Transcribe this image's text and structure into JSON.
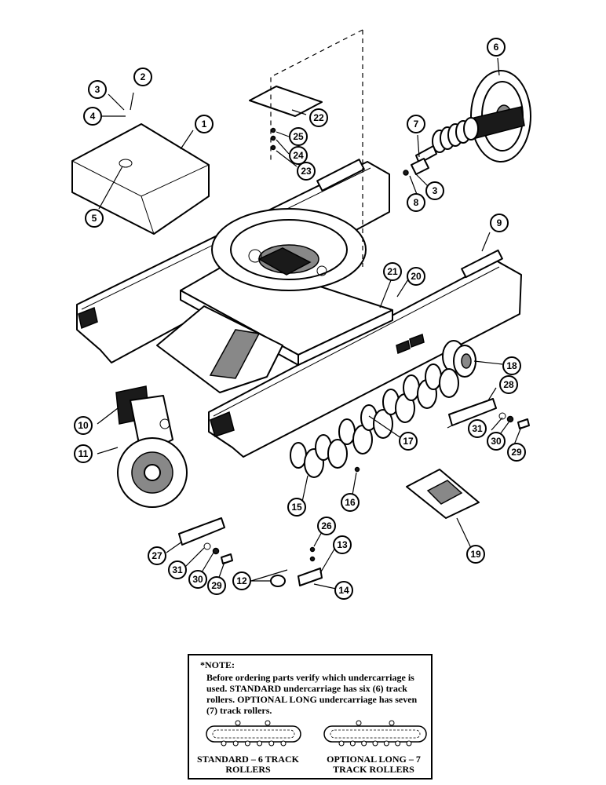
{
  "callouts": [
    {
      "id": "1",
      "label": "1"
    },
    {
      "id": "2",
      "label": "2"
    },
    {
      "id": "3a",
      "label": "3"
    },
    {
      "id": "3b",
      "label": "3"
    },
    {
      "id": "4",
      "label": "4"
    },
    {
      "id": "5",
      "label": "5"
    },
    {
      "id": "6",
      "label": "6"
    },
    {
      "id": "7",
      "label": "7"
    },
    {
      "id": "8",
      "label": "8"
    },
    {
      "id": "9",
      "label": "9"
    },
    {
      "id": "10",
      "label": "10"
    },
    {
      "id": "11",
      "label": "11"
    },
    {
      "id": "12",
      "label": "12"
    },
    {
      "id": "13",
      "label": "13"
    },
    {
      "id": "14",
      "label": "14"
    },
    {
      "id": "15",
      "label": "15"
    },
    {
      "id": "16",
      "label": "16"
    },
    {
      "id": "17",
      "label": "17"
    },
    {
      "id": "18",
      "label": "18"
    },
    {
      "id": "19",
      "label": "19"
    },
    {
      "id": "20",
      "label": "20"
    },
    {
      "id": "21",
      "label": "21"
    },
    {
      "id": "22",
      "label": "22"
    },
    {
      "id": "23",
      "label": "23"
    },
    {
      "id": "24",
      "label": "24"
    },
    {
      "id": "25",
      "label": "25"
    },
    {
      "id": "26",
      "label": "26"
    },
    {
      "id": "27",
      "label": "27"
    },
    {
      "id": "28",
      "label": "28"
    },
    {
      "id": "29a",
      "label": "29"
    },
    {
      "id": "29b",
      "label": "29"
    },
    {
      "id": "30a",
      "label": "30"
    },
    {
      "id": "30b",
      "label": "30"
    },
    {
      "id": "31a",
      "label": "31"
    },
    {
      "id": "31b",
      "label": "31"
    }
  ],
  "note": {
    "heading": "*NOTE:",
    "body": "Before ordering parts verify which undercarriage is used. STANDARD undercarriage has six (6) track rollers. OPTIONAL LONG undercarriage has seven (7) track rollers.",
    "standard_label": "STANDARD – 6 TRACK ROLLERS",
    "optional_label": "OPTIONAL LONG – 7 TRACK ROLLERS",
    "standard_rollers": 6,
    "optional_rollers": 7
  }
}
